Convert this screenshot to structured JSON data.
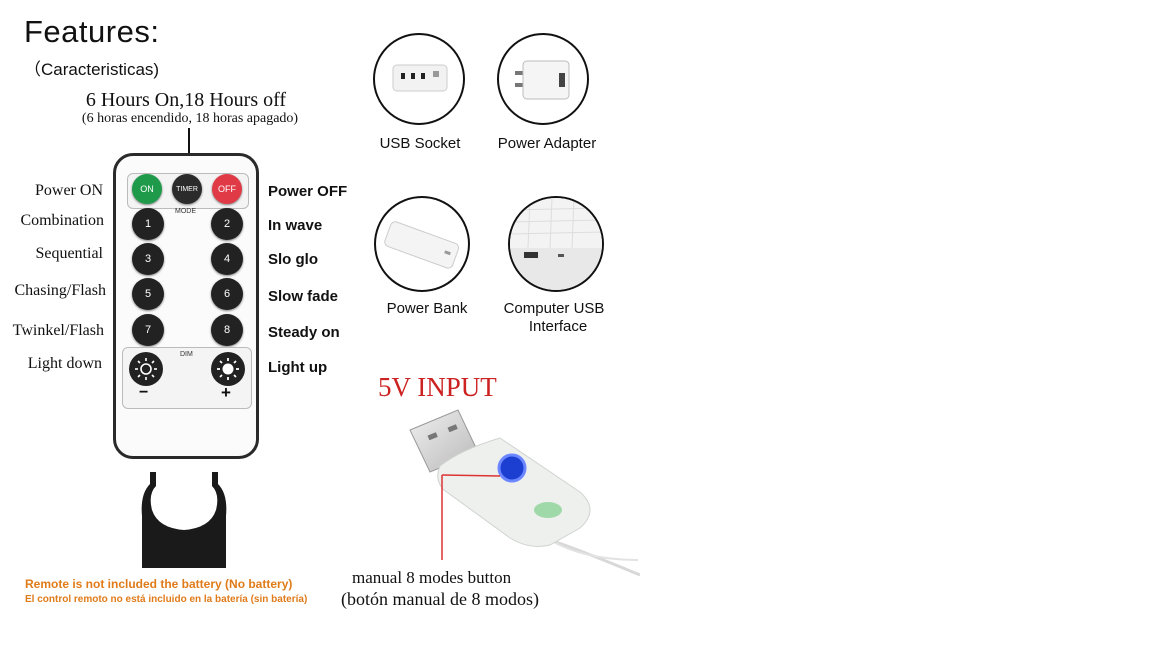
{
  "header": {
    "title": "Features:",
    "subtitle": "（Caracteristicas)"
  },
  "timer": {
    "title": "6 Hours On,18 Hours off",
    "subtitle": "(6 horas encendido, 18 horas apagado)"
  },
  "remote": {
    "left_labels": [
      "Power ON",
      "Combination",
      "Sequential",
      "Chasing/Flash",
      "Twinkel/Flash",
      "Light down"
    ],
    "right_labels": [
      "Power  OFF",
      "In wave",
      "Slo glo",
      "Slow fade",
      "Steady on",
      "Light up"
    ],
    "buttons": {
      "on": "ON",
      "timer": "TIMER",
      "off": "OFF",
      "mode": "MODE",
      "dim": "DIM",
      "numbers": [
        "1",
        "2",
        "3",
        "4",
        "5",
        "6",
        "7",
        "8"
      ],
      "minus": "−",
      "plus": "+"
    },
    "colors": {
      "on": "#1e9a4a",
      "off": "#e03a47",
      "body": "#2a2a2a"
    }
  },
  "power_sources": [
    {
      "label": "USB Socket",
      "icon": "usb-socket-icon"
    },
    {
      "label": "Power Adapter",
      "icon": "power-adapter-icon"
    },
    {
      "label": "Power Bank",
      "icon": "power-bank-icon"
    },
    {
      "label": "Computer USB",
      "label2": "Interface",
      "icon": "computer-usb-icon"
    }
  ],
  "usb_input": {
    "title": "5V INPUT",
    "caption_line1": "manual 8 modes button",
    "caption_line2": "(botón manual de 8 modos)",
    "title_color": "#cc2222",
    "button_color": "#1d3fd1"
  },
  "notes": {
    "line1": "Remote is not included the battery (No battery)",
    "line2": "El control remoto no está incluido en la batería (sin batería)",
    "color": "#e07b1a"
  }
}
